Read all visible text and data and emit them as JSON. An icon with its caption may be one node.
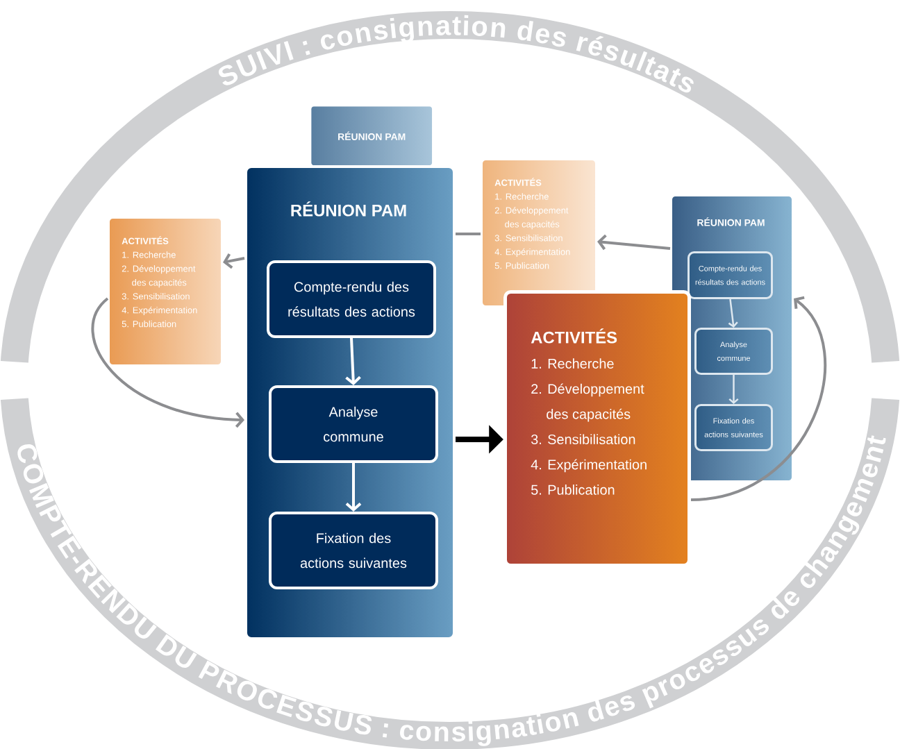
{
  "diagram": {
    "nodes": [
      {
        "text": [
          "RÉUNION PAM"
        ]
      },
      {
        "text": [
          "RÉUNION PAM"
        ]
      },
      {
        "text": [
          "Compte-rendu des résultats des actions"
        ],
        "in": 1
      },
      {
        "text": [
          "Analyse commune"
        ],
        "in": 1
      },
      {
        "text": [
          "Fixation des actions suivantes"
        ],
        "in": 1
      },
      {
        "text": [
          "ACTIVITÉS",
          "1. Recherche",
          "2. Développement des capacités",
          "3. Sensibilisation",
          "4. Expérimentation",
          "5. Publication"
        ]
      },
      {
        "text": [
          "ACTIVITÉS",
          "1. Recherche",
          "2. Développement des capacités",
          "3. Sensibilisation",
          "4. Expérimentation",
          "5. Publication"
        ]
      },
      {
        "text": [
          "ACTIVITÉS",
          "1. Recherche",
          "2. Développement des capacités",
          "3. Sensibilisation",
          "4. Expérimentation",
          "5. Publication"
        ]
      },
      {
        "text": [
          "RÉUNION PAM"
        ]
      },
      {
        "text": [
          "Compte-rendu des résultats des actions"
        ],
        "in": 8
      },
      {
        "text": [
          "Analyse commune"
        ],
        "in": 8
      },
      {
        "text": [
          "Fixation des actions suivantes"
        ],
        "in": 8
      }
    ],
    "edges": [
      {
        "from": 2,
        "to": 3,
        "arrow": "to",
        "color": "#ffffff"
      },
      {
        "from": 3,
        "to": 4,
        "arrow": "to",
        "color": "#ffffff"
      },
      {
        "from": 1,
        "to": 5,
        "arrow": "to"
      },
      {
        "from": 5,
        "to": 1,
        "arrow": "to"
      },
      {
        "from": 1,
        "to": 6,
        "arrow": "none"
      },
      {
        "from": 1,
        "to": 7,
        "arrow": "to",
        "style": "thick",
        "color": "#000000"
      },
      {
        "from": 8,
        "to": 6,
        "arrow": "to"
      },
      {
        "from": 7,
        "to": 8,
        "arrow": "to"
      },
      {
        "from": 9,
        "to": 10,
        "arrow": "to",
        "color": "#dde7ef"
      },
      {
        "from": 10,
        "to": 11,
        "arrow": "to",
        "color": "#dde7ef"
      }
    ],
    "labels": [
      "SUIVI : consignation des résultats",
      "COMPTE-RENDU DU PROCESSUS : consignation des processus de changement"
    ]
  }
}
